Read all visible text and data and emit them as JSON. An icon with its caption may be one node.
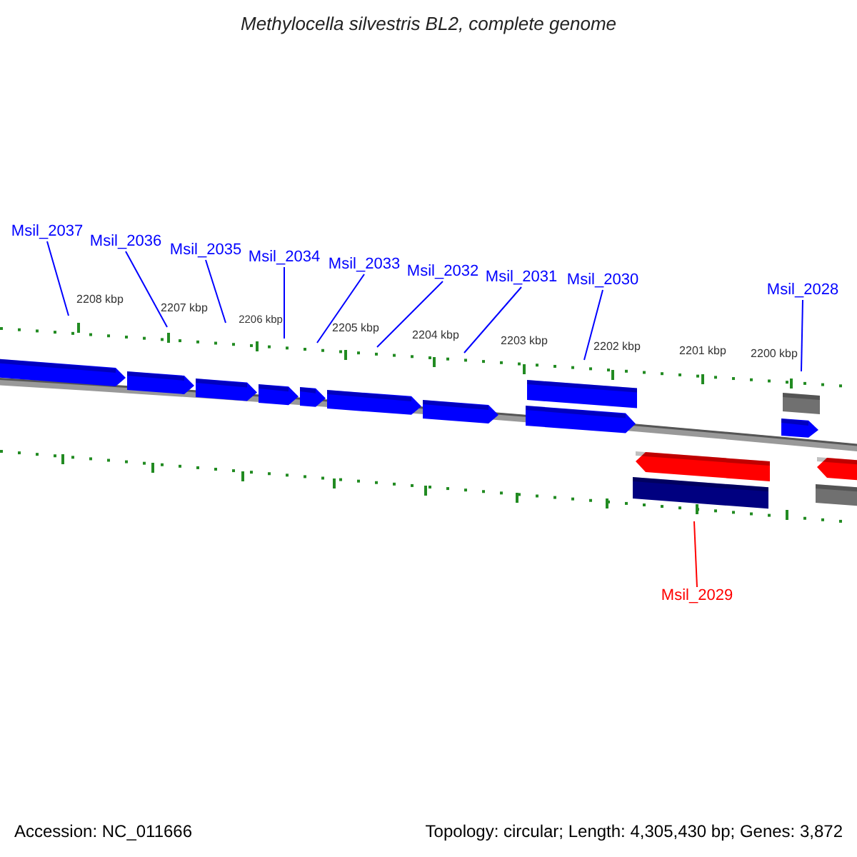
{
  "diagram": {
    "title": "Methylocella silvestris BL2, complete genome",
    "nodes": [
      {
        "text": [
          "Msil_2037"
        ]
      },
      {
        "text": [
          "Msil_2036"
        ]
      },
      {
        "text": [
          "Msil_2035"
        ]
      },
      {
        "text": [
          "Msil_2034"
        ]
      },
      {
        "text": [
          "Msil_2033"
        ]
      },
      {
        "text": [
          "Msil_2032"
        ]
      },
      {
        "text": [
          "Msil_2031"
        ]
      },
      {
        "text": [
          "Msil_2030"
        ]
      },
      {
        "text": [
          "Msil_2028"
        ]
      },
      {
        "text": [
          "Msil_2029"
        ]
      }
    ],
    "edges": [
      {
        "from": 0,
        "to": null,
        "arrow": "none"
      },
      {
        "from": 1,
        "to": null,
        "arrow": "none"
      },
      {
        "from": 2,
        "to": null,
        "arrow": "none"
      },
      {
        "from": 3,
        "to": null,
        "arrow": "none"
      },
      {
        "from": 4,
        "to": null,
        "arrow": "none"
      },
      {
        "from": 5,
        "to": null,
        "arrow": "none"
      },
      {
        "from": 6,
        "to": null,
        "arrow": "none"
      },
      {
        "from": 7,
        "to": null,
        "arrow": "none"
      },
      {
        "from": 8,
        "to": null,
        "arrow": "none"
      },
      {
        "from": 9,
        "to": null,
        "arrow": "none",
        "color": "#ff0000"
      }
    ],
    "labels": [
      "2208 kbp",
      "2207 kbp",
      "2206 kbp",
      "2205 kbp",
      "2204 kbp",
      "2203 kbp",
      "2202 kbp",
      "2201 kbp",
      "2200 kbp",
      "Accession: NC_011666",
      "Topology: circular; Length: 4,305,430 bp; Genes: 3,872"
    ]
  }
}
